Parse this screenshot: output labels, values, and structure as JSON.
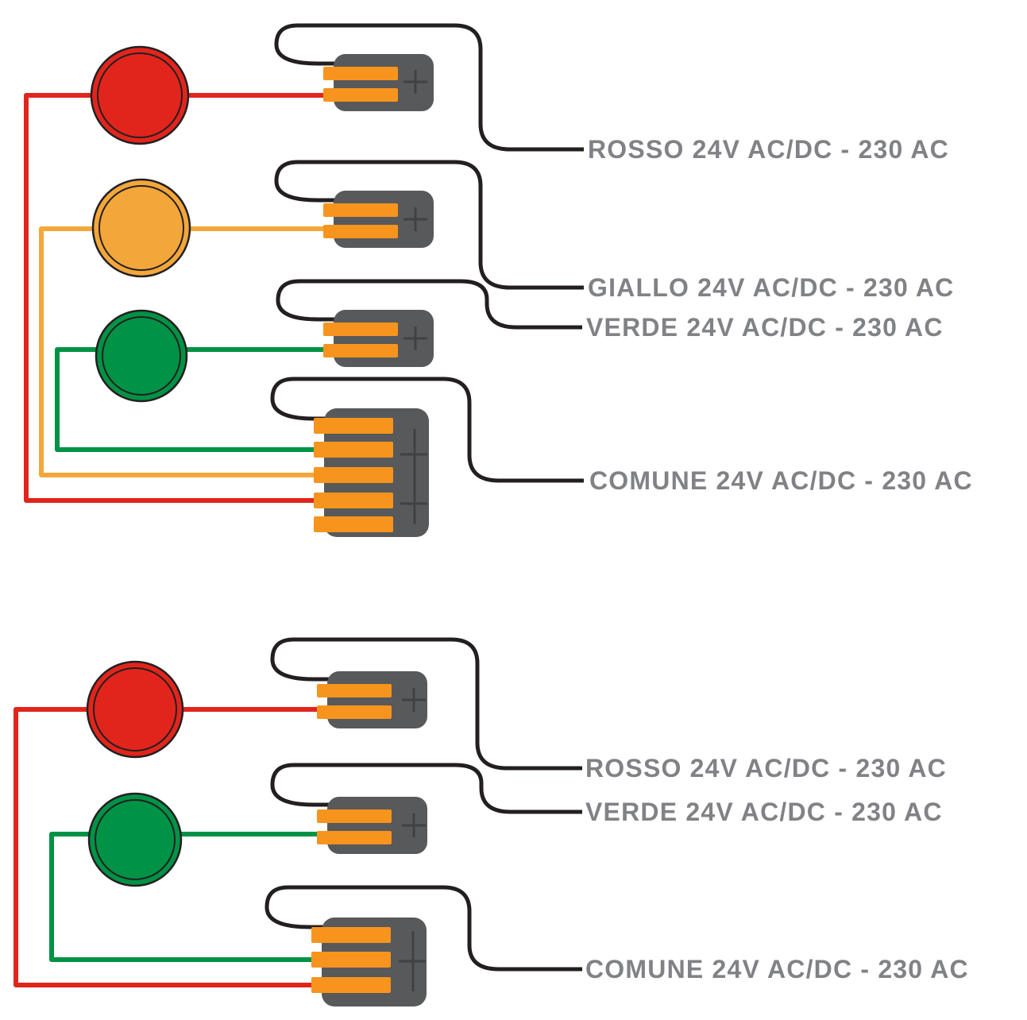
{
  "diagram": {
    "colors": {
      "red": "#e1251c",
      "yellow": "#f3a73b",
      "green": "#009245",
      "terminal_orange": "#f7941d",
      "connector_body": "#58595b",
      "connector_mark": "#404142",
      "wire_black": "#231f20",
      "lamp_outline": "#231f20",
      "label_text": "#808285",
      "background": "#ffffff"
    },
    "top_diagram": {
      "labels": {
        "rosso": "ROSSO 24V AC/DC - 230 AC",
        "giallo": "GIALLO 24V AC/DC - 230 AC",
        "verde": "VERDE 24V AC/DC - 230 AC",
        "comune": "COMUNE 24V AC/DC - 230 AC"
      }
    },
    "bottom_diagram": {
      "labels": {
        "rosso": "ROSSO 24V AC/DC - 230 AC",
        "verde": "VERDE 24V AC/DC - 230 AC",
        "comune": "COMUNE 24V AC/DC - 230 AC"
      }
    }
  }
}
